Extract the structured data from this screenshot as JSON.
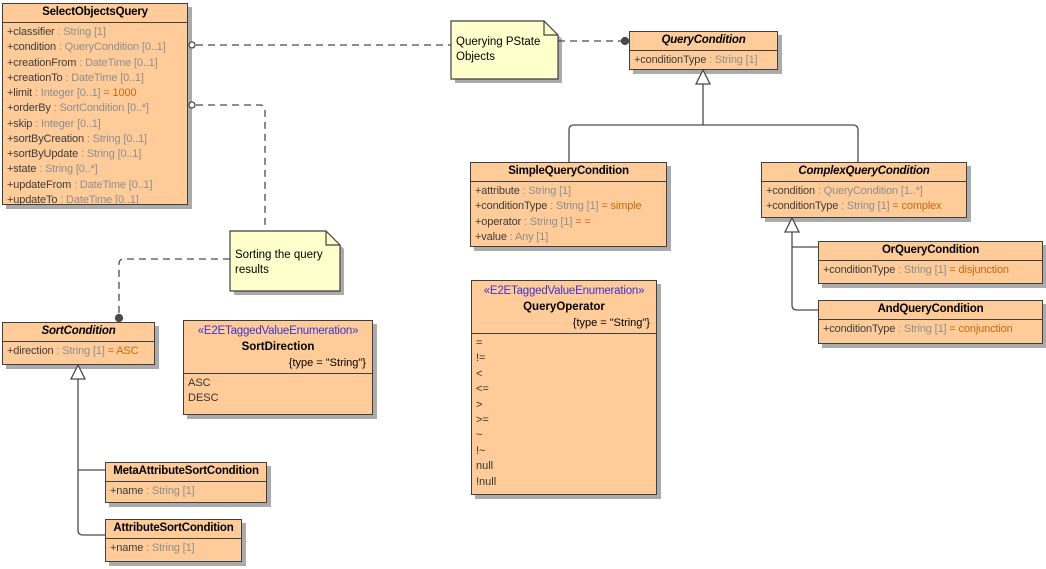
{
  "classes": {
    "selectObjectsQuery": {
      "name": "SelectObjectsQuery",
      "attributes": [
        {
          "name": "+classifier",
          "type": " : String [1]"
        },
        {
          "name": "+condition",
          "type": " : QueryCondition [0..1]"
        },
        {
          "name": "+creationFrom",
          "type": " : DateTime [0..1]"
        },
        {
          "name": "+creationTo",
          "type": " : DateTime [0..1]"
        },
        {
          "name": "+limit",
          "type": " : Integer [0..1]",
          "default": " = 1000"
        },
        {
          "name": "+orderBy",
          "type": " : SortCondition [0..*]"
        },
        {
          "name": "+skip",
          "type": " : Integer [0..1]"
        },
        {
          "name": "+sortByCreation",
          "type": " : String [0..1]"
        },
        {
          "name": "+sortByUpdate",
          "type": " : String [0..1]"
        },
        {
          "name": "+state",
          "type": " : String [0..*]"
        },
        {
          "name": "+updateFrom",
          "type": " : DateTime [0..1]"
        },
        {
          "name": "+updateTo",
          "type": " : DateTime [0..1]"
        }
      ]
    },
    "queryCondition": {
      "name": "QueryCondition",
      "abstract": true,
      "attributes": [
        {
          "name": "+conditionType",
          "type": " : String [1]"
        }
      ]
    },
    "simpleQueryCondition": {
      "name": "SimpleQueryCondition",
      "attributes": [
        {
          "name": "+attribute",
          "type": " : String [1]"
        },
        {
          "name": "+conditionType",
          "type": " : String [1]",
          "default": " = simple"
        },
        {
          "name": "+operator",
          "type": " : String [1]",
          "default": " = ="
        },
        {
          "name": "+value",
          "type": " : Any [1]"
        }
      ]
    },
    "complexQueryCondition": {
      "name": "ComplexQueryCondition",
      "abstract": true,
      "attributes": [
        {
          "name": "+condition",
          "type": " : QueryCondition [1..*]"
        },
        {
          "name": "+conditionType",
          "type": " : String [1]",
          "default": " = complex"
        }
      ]
    },
    "orQueryCondition": {
      "name": "OrQueryCondition",
      "attributes": [
        {
          "name": "+conditionType",
          "type": " : String [1]",
          "default": " = disjunction"
        }
      ]
    },
    "andQueryCondition": {
      "name": "AndQueryCondition",
      "attributes": [
        {
          "name": "+conditionType",
          "type": " : String [1]",
          "default": " = conjunction"
        }
      ]
    },
    "sortCondition": {
      "name": "SortCondition",
      "abstract": true,
      "attributes": [
        {
          "name": "+direction",
          "type": " : String [1]",
          "default": " = ASC"
        }
      ]
    },
    "metaAttributeSortCondition": {
      "name": "MetaAttributeSortCondition",
      "attributes": [
        {
          "name": "+name",
          "type": " : String [1]"
        }
      ]
    },
    "attributeSortCondition": {
      "name": "AttributeSortCondition",
      "attributes": [
        {
          "name": "+name",
          "type": " : String [1]"
        }
      ]
    }
  },
  "enums": {
    "sortDirection": {
      "stereotype": "«E2ETaggedValueEnumeration»",
      "name": "SortDirection",
      "tag": "{type = \"String\"}",
      "values": [
        "ASC",
        "DESC"
      ]
    },
    "queryOperator": {
      "stereotype": "«E2ETaggedValueEnumeration»",
      "name": "QueryOperator",
      "tag": "{type = \"String\"}",
      "values": [
        "=",
        "!=",
        "<",
        "<=",
        ">",
        ">=",
        "~",
        "!~",
        "null",
        "!null"
      ]
    }
  },
  "notes": {
    "querying": {
      "text": "Querying PState Objects"
    },
    "sorting": {
      "text": "Sorting the query results"
    }
  },
  "colors": {
    "class_fill": "#FFCC99",
    "note_fill": "#FFFFCC",
    "stereotype_text": "#3F33CC",
    "default_value_text": "#C2690E",
    "attribute_type_text": "#8E8E8E",
    "line": "#4A4A4A",
    "shadow": "#ABABAB"
  }
}
